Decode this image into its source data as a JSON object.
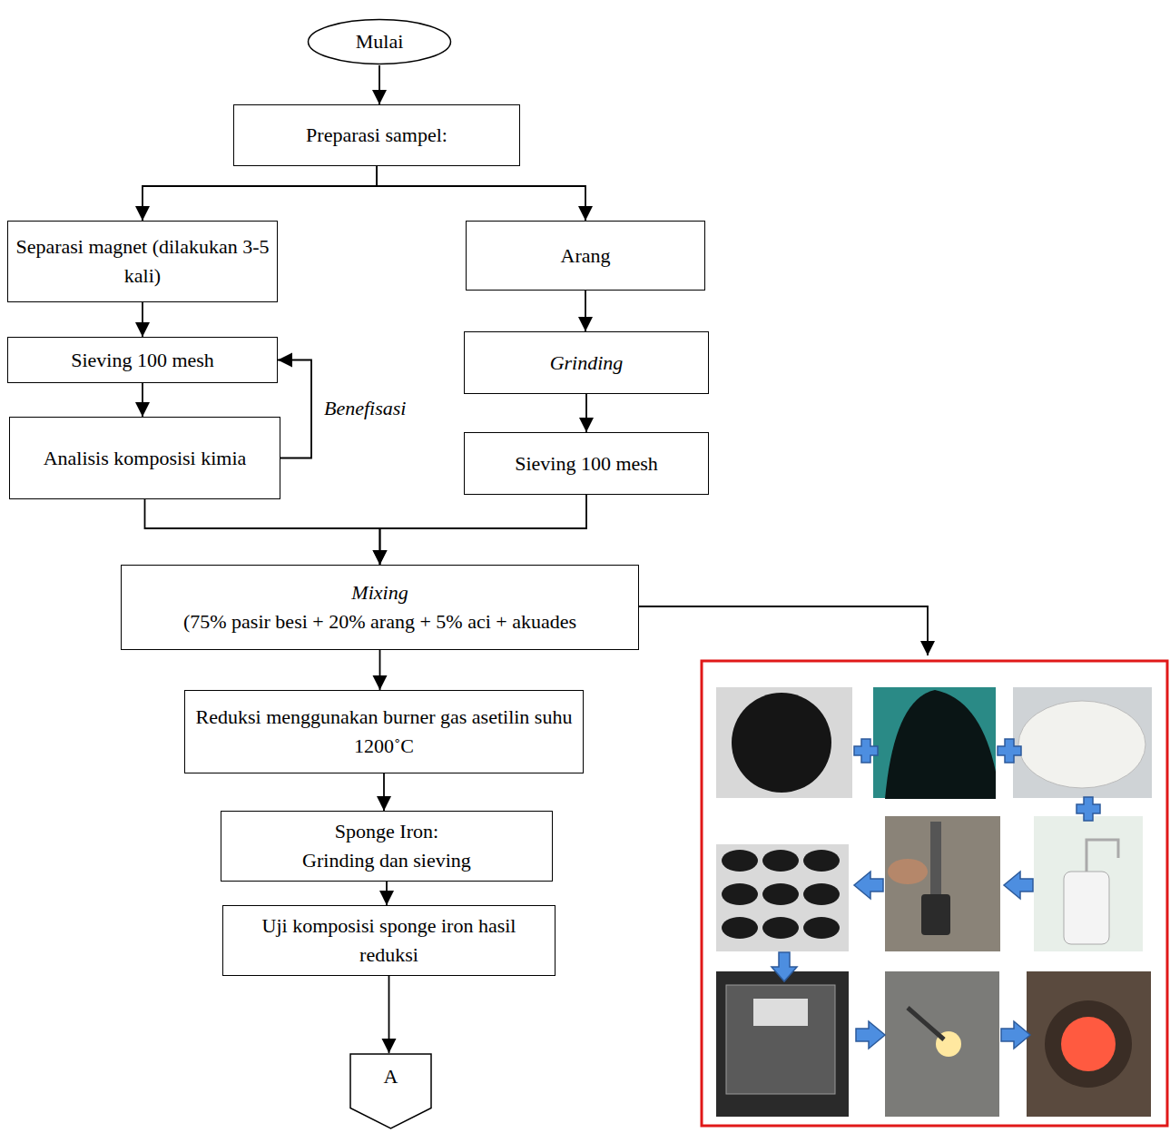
{
  "diagram": {
    "nodes": [
      {
        "text": [
          "Mulai"
        ]
      },
      {
        "text": [
          "Preparasi sampel:"
        ]
      },
      {
        "text": [
          "Separasi magnet (dilakukan 3-5 kali)"
        ]
      },
      {
        "text": [
          "Arang"
        ]
      },
      {
        "text": [
          "Sieving 100 mesh"
        ]
      },
      {
        "text": [
          "Grinding"
        ]
      },
      {
        "text": [
          "Analisis komposisi kimia"
        ]
      },
      {
        "text": [
          "Sieving 100 mesh"
        ]
      },
      {
        "text": [
          "Mixing",
          "(75% pasir besi + 20% arang + 5% aci + akuades"
        ]
      },
      {
        "text": [
          "Reduksi menggunakan burner gas asetilin suhu 1200˚C"
        ]
      },
      {
        "text": [
          "Sponge Iron:",
          "Grinding dan sieving"
        ]
      },
      {
        "text": [
          "Uji komposisi sponge iron hasil reduksi"
        ]
      },
      {
        "text": [
          "A"
        ]
      }
    ],
    "edges": [
      {
        "from": 0,
        "to": 1,
        "arrow": "to"
      },
      {
        "from": 1,
        "to": 2,
        "arrow": "to"
      },
      {
        "from": 1,
        "to": 3,
        "arrow": "to"
      },
      {
        "from": 2,
        "to": 4,
        "arrow": "to"
      },
      {
        "from": 4,
        "to": 6,
        "arrow": "to"
      },
      {
        "from": 6,
        "to": 4,
        "label": "Benefisasi",
        "arrow": "to"
      },
      {
        "from": 3,
        "to": 5,
        "arrow": "to"
      },
      {
        "from": 5,
        "to": 7,
        "arrow": "to"
      },
      {
        "from": 6,
        "to": 8,
        "arrow": "to"
      },
      {
        "from": 7,
        "to": 8,
        "arrow": "to"
      },
      {
        "from": 8,
        "to": 9,
        "arrow": "to"
      },
      {
        "from": 9,
        "to": 10,
        "arrow": "to"
      },
      {
        "from": 10,
        "to": 11,
        "arrow": "to"
      },
      {
        "from": 11,
        "to": 12,
        "arrow": "to"
      }
    ]
  }
}
